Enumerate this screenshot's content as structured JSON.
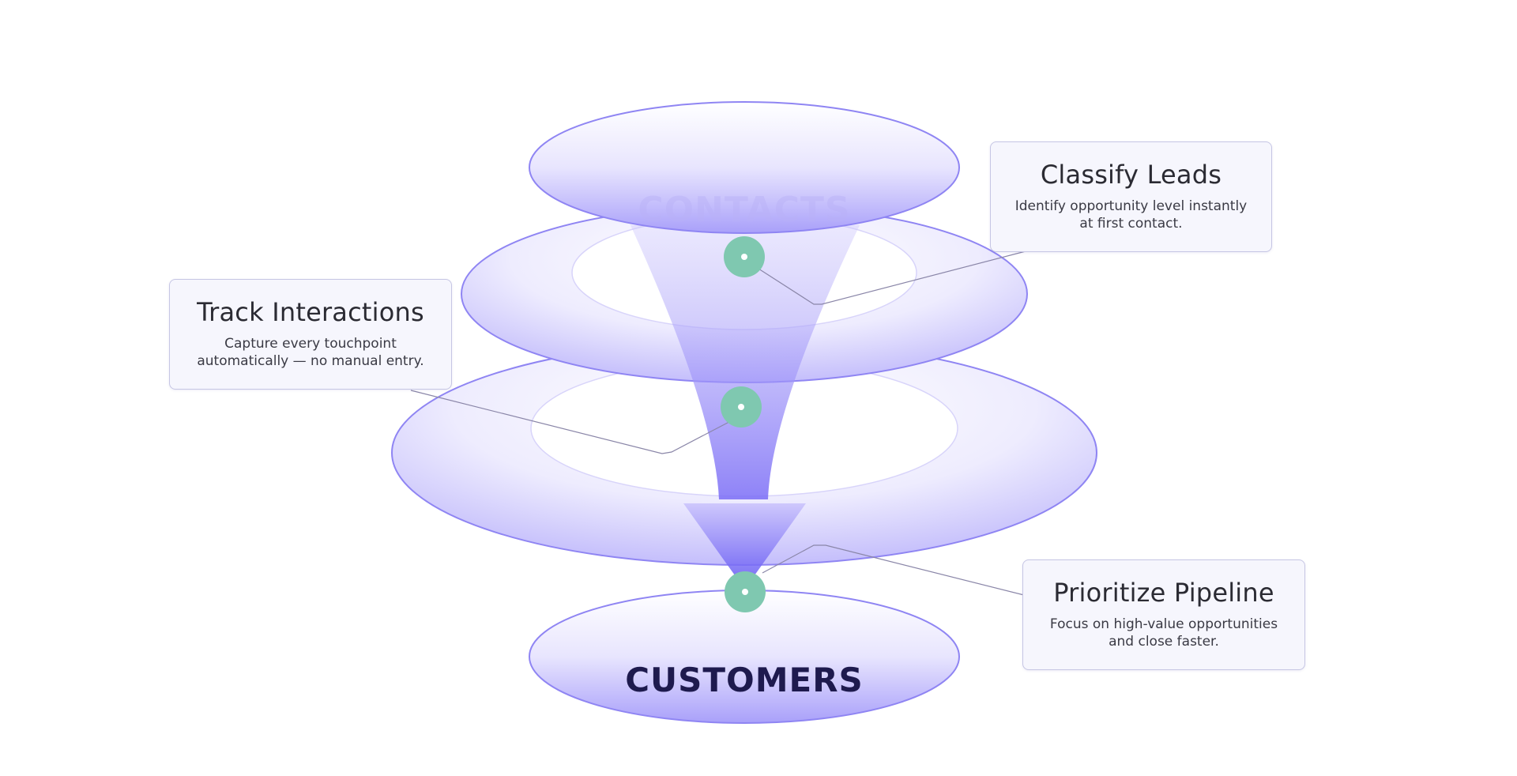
{
  "diagram": {
    "top_label": "CONTACTS",
    "bottom_label": "CUSTOMERS"
  },
  "cards": {
    "classify": {
      "title": "Classify Leads",
      "desc_line1": "Identify opportunity level instantly",
      "desc_line2": "at first contact."
    },
    "track": {
      "title": "Track Interactions",
      "desc_line1": "Capture every touchpoint",
      "desc_line2": "automatically — no manual entry."
    },
    "prioritize": {
      "title": "Prioritize Pipeline",
      "desc_line1": "Focus on high-value opportunities",
      "desc_line2": "and close faster."
    }
  },
  "colors": {
    "accent": "#7b6ff5",
    "node": "#7fc8b0",
    "label_dark": "#1e1a4e"
  }
}
